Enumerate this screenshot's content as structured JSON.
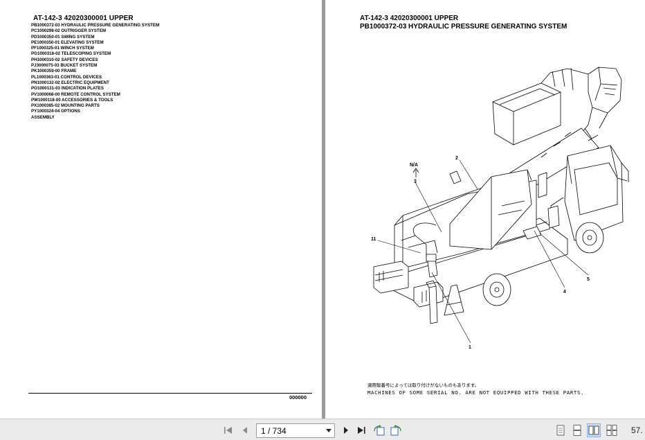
{
  "left_page": {
    "title": "AT-142-3 42020300001 UPPER",
    "toc": [
      "PB1000372-03 HYDRAULIC PRESSURE GENERATING SYSTEM",
      "PC1000298-02 OUTRIGGER SYSTEM",
      "PD1000350-01 SWING SYSTEM",
      "PE1000350-01 ELEVATING SYSTEM",
      "PF1000325-01 WINCH SYSTEM",
      "PG1000318-02 TELESCOPING SYSTEM",
      "PH1000310-02 SAFETY DEVICES",
      "PJ3000075-03 BUCKET SYSTEM",
      "PK1000359-00 FRAME",
      "PL1000363-01 CONTROL DEVICES",
      "PN1000132-02 ELECTRIC EQUIPMENT",
      "PO1000131-03 INDICATION PLATES",
      "PV1000068-00 REMOTE CONTROL SYSTEM",
      "PW1000118-00 ACCESSORIES & TOOLS",
      "PX1000385-02 MOUNTING PARTS",
      "PY1000324-04 OPTIONS",
      "ASSEMBLY"
    ],
    "page_number": "000000"
  },
  "right_page": {
    "title_line1": "AT-142-3 42020300001 UPPER",
    "title_line2": "PB1000372-03 HYDRAULIC PRESSURE GENERATING SYSTEM",
    "callouts": {
      "na": "N/A",
      "c1": "1",
      "c2": "2",
      "c3": "3",
      "c4": "4",
      "c5": "5",
      "c11": "11"
    },
    "note_jp": "適用製番号によっては取り付けがないものもあります。",
    "note_en": "MACHINES OF SOME SERIAL NO. ARE NOT EQUIPPED WITH THESE PARTS."
  },
  "toolbar": {
    "page_value": "1 / 734",
    "zoom_text": "57.",
    "icons": [
      "first-page-icon",
      "prev-page-icon",
      "next-page-icon",
      "last-page-icon",
      "rotate-icon",
      "rotate-page-icon",
      "single-page-icon",
      "continuous-icon",
      "two-page-icon",
      "two-page-continuous-icon"
    ]
  }
}
